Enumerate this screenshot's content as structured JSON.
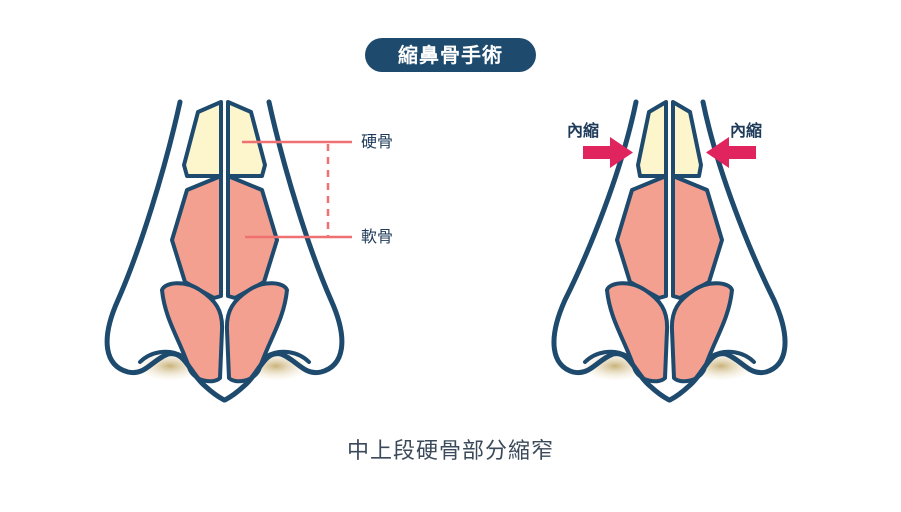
{
  "title": "縮鼻骨手術",
  "labels": {
    "hard_bone": "硬骨",
    "soft_bone": "軟骨",
    "inward_left": "內縮",
    "inward_right": "內縮"
  },
  "caption": "中上段硬骨部分縮窄",
  "colors": {
    "outline": "#1e4a6e",
    "bone": "#fdf6cc",
    "cartilage": "#f4a090",
    "nostril_shadow": "#d8c8a0",
    "arrow": "#e0245e",
    "guide_line": "#ef7070"
  },
  "icons": {
    "arrow_left": "arrow-right-icon",
    "arrow_right": "arrow-left-icon"
  }
}
